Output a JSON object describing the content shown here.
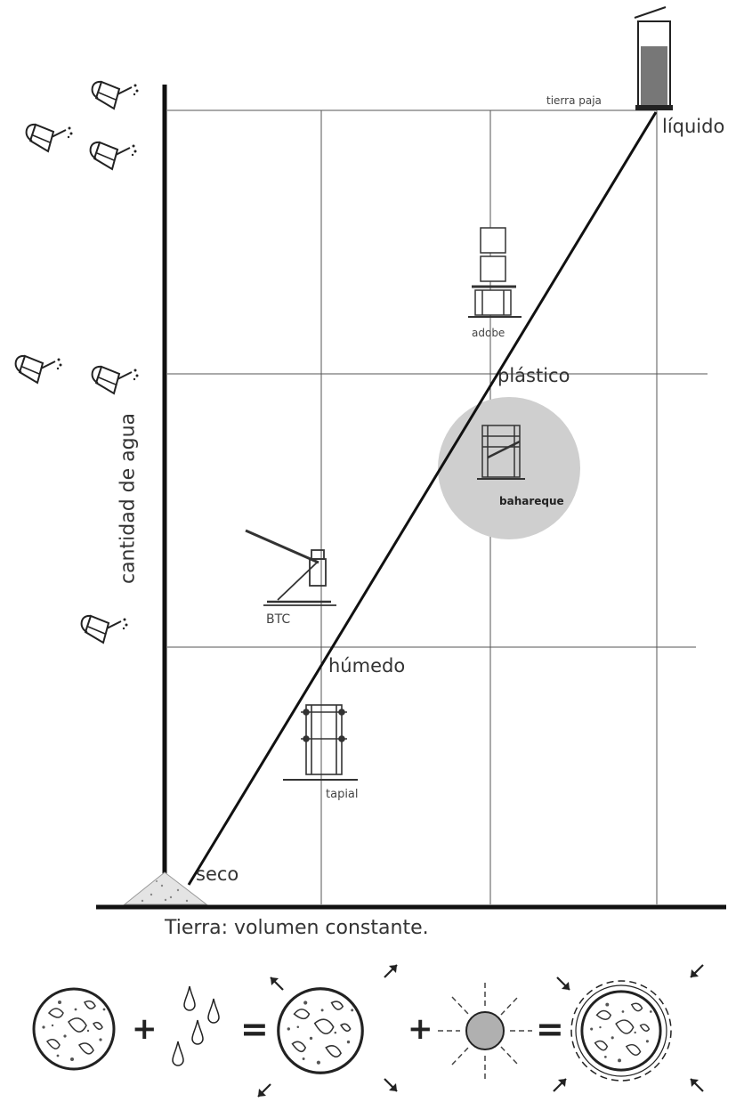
{
  "axes": {
    "y_label": "cantidad de agua",
    "x_label": "Tierra: volumen constante."
  },
  "states": {
    "seco": "seco",
    "humedo": "húmedo",
    "plastico": "plástico",
    "liquido": "líquido"
  },
  "techniques": {
    "tierra_paja": "tierra paja",
    "adobe": "adobe",
    "bahareque": "bahareque",
    "btc": "BTC",
    "tapial": "tapial"
  },
  "equation": {
    "plus_1": "+",
    "equals_1": "=",
    "plus_2": "+",
    "equals_2": "="
  },
  "colors": {
    "line": "#1a1a1a",
    "grid": "#555555",
    "highlight_circle": "#cfcfcf",
    "sun": "#b0b0b0"
  }
}
